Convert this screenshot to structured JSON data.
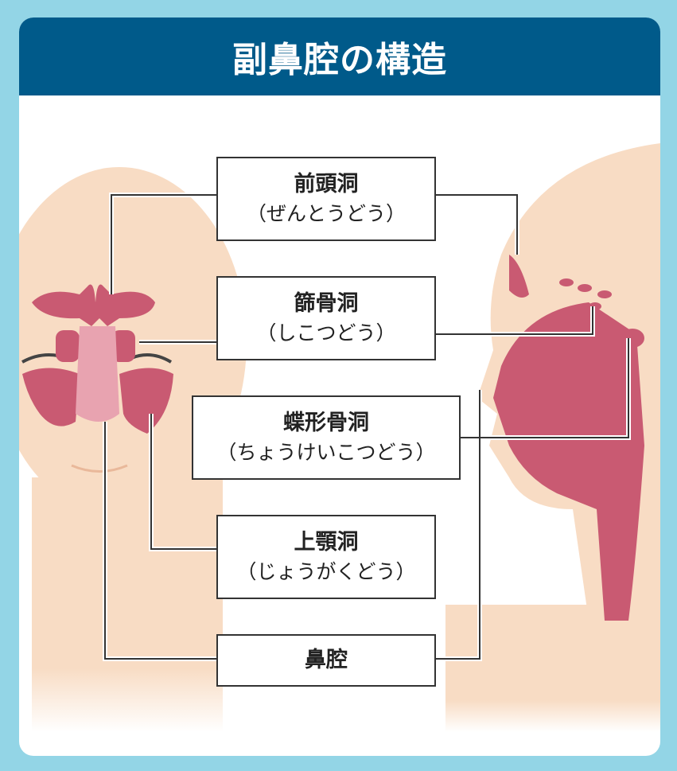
{
  "title": "副鼻腔の構造",
  "labels": [
    {
      "name": "前頭洞",
      "reading": "（ぜんとうどう）"
    },
    {
      "name": "篩骨洞",
      "reading": "（しこつどう）"
    },
    {
      "name": "蝶形骨洞",
      "reading": "（ちょうけいこつどう）"
    },
    {
      "name": "上顎洞",
      "reading": "（じょうがくどう）"
    },
    {
      "name": "鼻腔"
    }
  ],
  "colors": {
    "background": "#93d5e6",
    "header": "#005a8a",
    "skin": "#f8dcc4",
    "sinus": "#c95a72"
  }
}
